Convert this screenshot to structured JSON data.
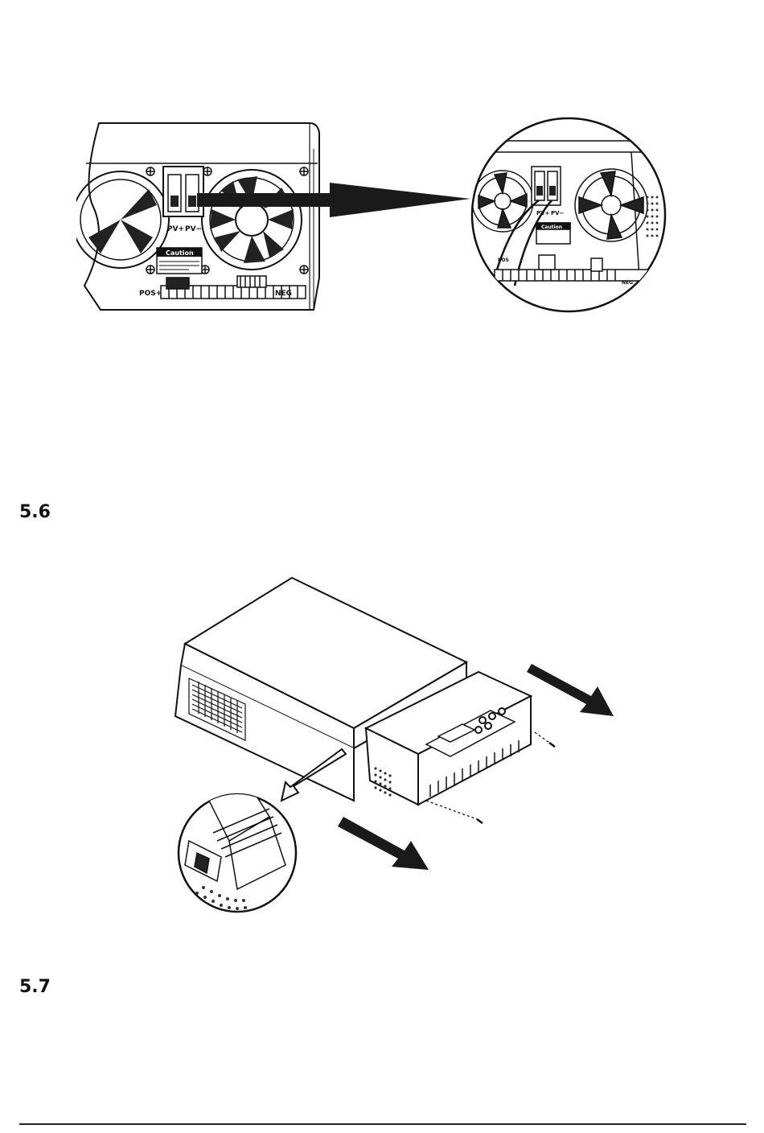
{
  "figure1": {
    "labels": {
      "pv_plus": "PV+",
      "pv_minus": "PV−",
      "caution": "Caution",
      "pos": "POS+",
      "neg": "NEG"
    },
    "zoom_labels": {
      "pv_plus": "PV+",
      "pv_minus": "PV−",
      "caution": "Caution",
      "pos": "POS",
      "neg": "NEG"
    }
  },
  "section_5_6": {
    "number": "5.6"
  },
  "section_5_7": {
    "number": "5.7"
  }
}
